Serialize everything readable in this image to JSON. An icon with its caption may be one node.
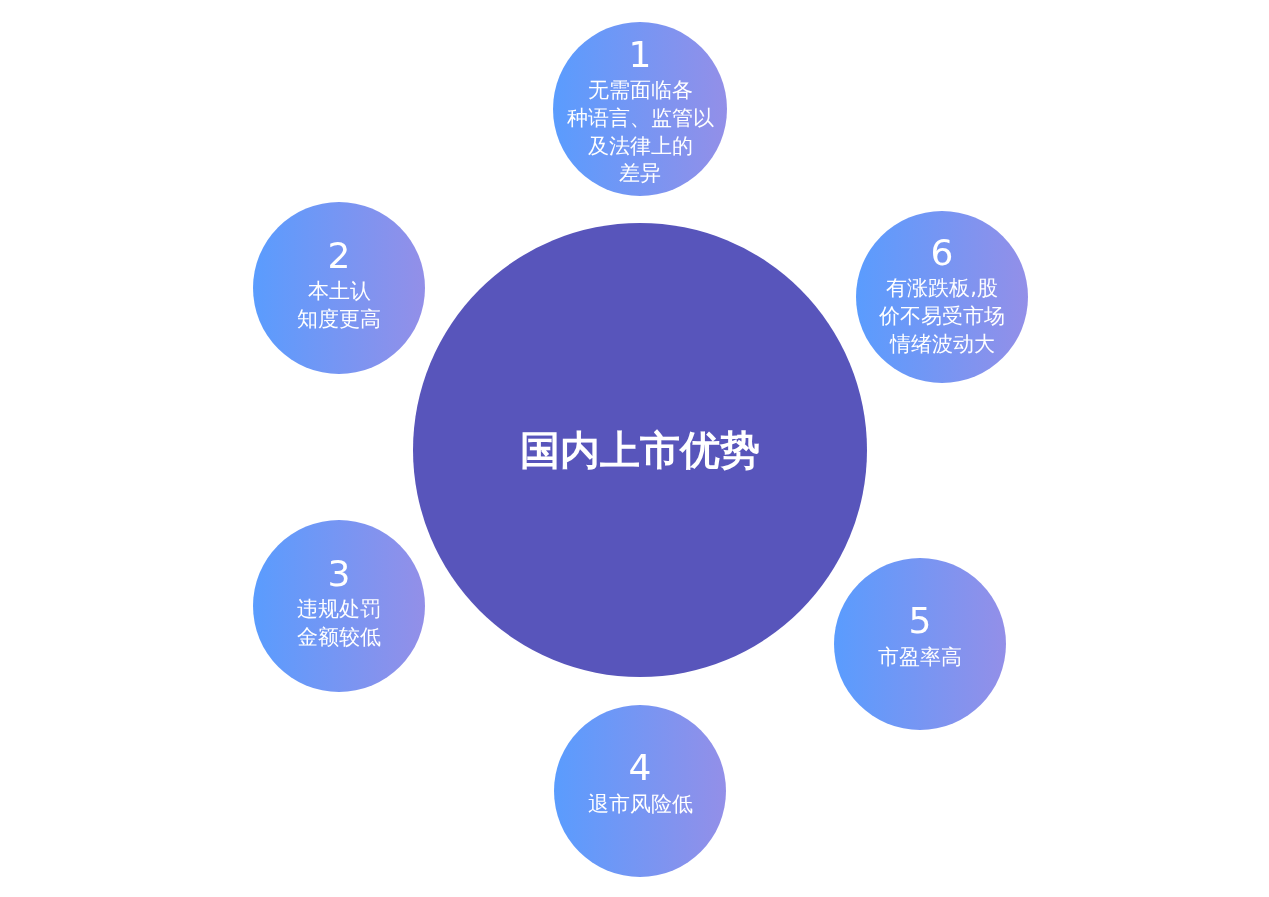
{
  "diagram": {
    "nodes": [
      {
        "text": [
          "国内上市优势"
        ]
      },
      {
        "text": [
          "1",
          "无需面临各种语言、监管以及法律上的差异"
        ]
      },
      {
        "text": [
          "2",
          "本土认知度更高"
        ]
      },
      {
        "text": [
          "3",
          "违规处罚金额较低"
        ]
      },
      {
        "text": [
          "4",
          "退市风险低"
        ]
      },
      {
        "text": [
          "5",
          "市盈率高"
        ]
      },
      {
        "text": [
          "6",
          "有涨跌板,股价不易受市场情绪波动大"
        ]
      }
    ]
  }
}
